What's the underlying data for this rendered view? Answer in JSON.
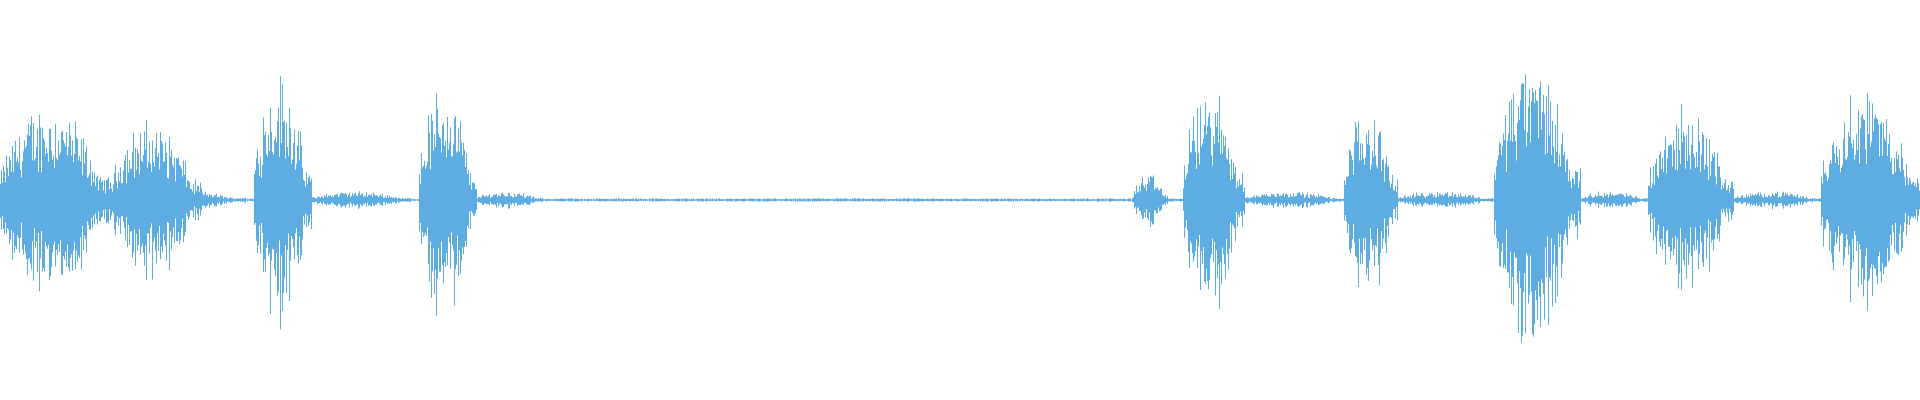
{
  "waveform": {
    "color": "#5dade2",
    "baseline_amplitude": 0.008,
    "segments": [
      {
        "start": 0.0,
        "end": 0.058,
        "peak": 0.44
      },
      {
        "start": 0.058,
        "end": 0.128,
        "peak": 0.05
      },
      {
        "start": 0.058,
        "end": 0.105,
        "peak": 0.36
      },
      {
        "start": 0.132,
        "end": 0.162,
        "peak": 0.58
      },
      {
        "start": 0.162,
        "end": 0.215,
        "peak": 0.04
      },
      {
        "start": 0.218,
        "end": 0.248,
        "peak": 0.53
      },
      {
        "start": 0.248,
        "end": 0.283,
        "peak": 0.04
      },
      {
        "start": 0.59,
        "end": 0.608,
        "peak": 0.12
      },
      {
        "start": 0.616,
        "end": 0.648,
        "peak": 0.51
      },
      {
        "start": 0.648,
        "end": 0.7,
        "peak": 0.04
      },
      {
        "start": 0.7,
        "end": 0.728,
        "peak": 0.43
      },
      {
        "start": 0.728,
        "end": 0.778,
        "peak": 0.04
      },
      {
        "start": 0.778,
        "end": 0.823,
        "peak": 0.66
      },
      {
        "start": 0.823,
        "end": 0.858,
        "peak": 0.04
      },
      {
        "start": 0.858,
        "end": 0.903,
        "peak": 0.42
      },
      {
        "start": 0.903,
        "end": 0.948,
        "peak": 0.04
      },
      {
        "start": 0.948,
        "end": 1.0,
        "peak": 0.52
      }
    ]
  }
}
